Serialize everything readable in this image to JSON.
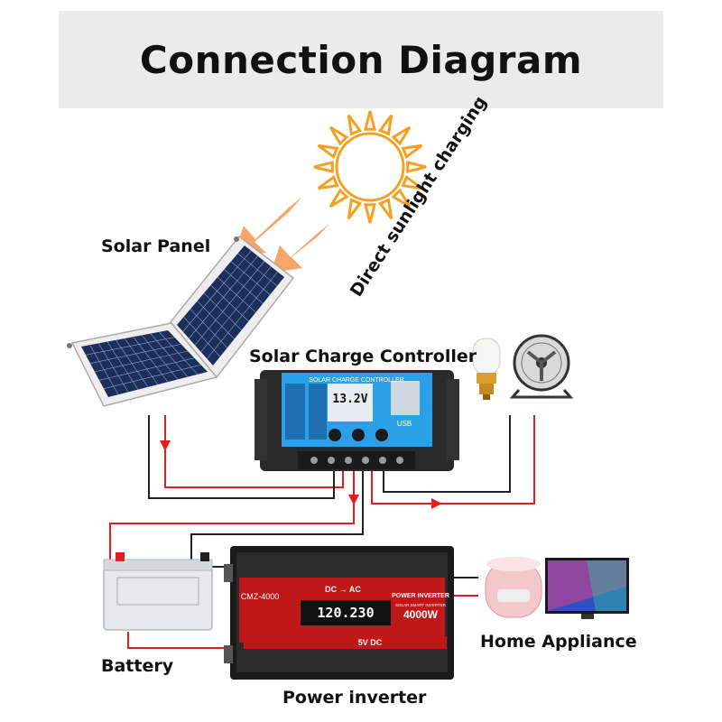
{
  "title": "Connection Diagram",
  "labels": {
    "sunlight": "Direct sunlight charging",
    "solar_panel": "Solar Panel",
    "controller": "Solar Charge Controller",
    "battery": "Battery",
    "inverter": "Power inverter",
    "appliance": "Home Appliance"
  },
  "controller_device": {
    "header": "SOLAR CHARGE CONTROLLER",
    "display": "13.2V",
    "usb": "USB"
  },
  "inverter_device": {
    "model": "CMZ-4000",
    "mode": "DC → AC",
    "badge": "POWER INVERTER",
    "sub": "SOLAR SMART INVERTER",
    "power": "4000W",
    "display": "120.230",
    "usb": "5V DC"
  },
  "colors": {
    "sun": "#f5a020",
    "arrow": "#f08a30",
    "wire_red": "#e02020",
    "wire_black": "#222222",
    "panel": "#1c2f5a",
    "controller_screen": "#2aa0e8"
  }
}
